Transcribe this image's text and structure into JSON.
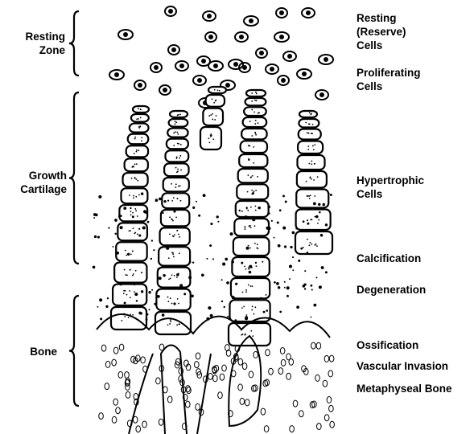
{
  "zones": {
    "resting": "Resting\nZone",
    "growth": "Growth\nCartilage",
    "bone": "Bone"
  },
  "stages": {
    "resting_cells": "Resting\n(Reserve)\nCells",
    "proliferating_cells": "Proliferating\nCells",
    "hypertrophic_cells": "Hypertrophic\nCells",
    "calcification": "Calcification",
    "degeneration": "Degeneration",
    "ossification": "Ossification",
    "vascular_invasion": "Vascular Invasion",
    "metaphyseal_bone": "Metaphyseal Bone"
  },
  "icons": {
    "brace": "curly-brace",
    "cell": "chondrocyte-cell"
  }
}
